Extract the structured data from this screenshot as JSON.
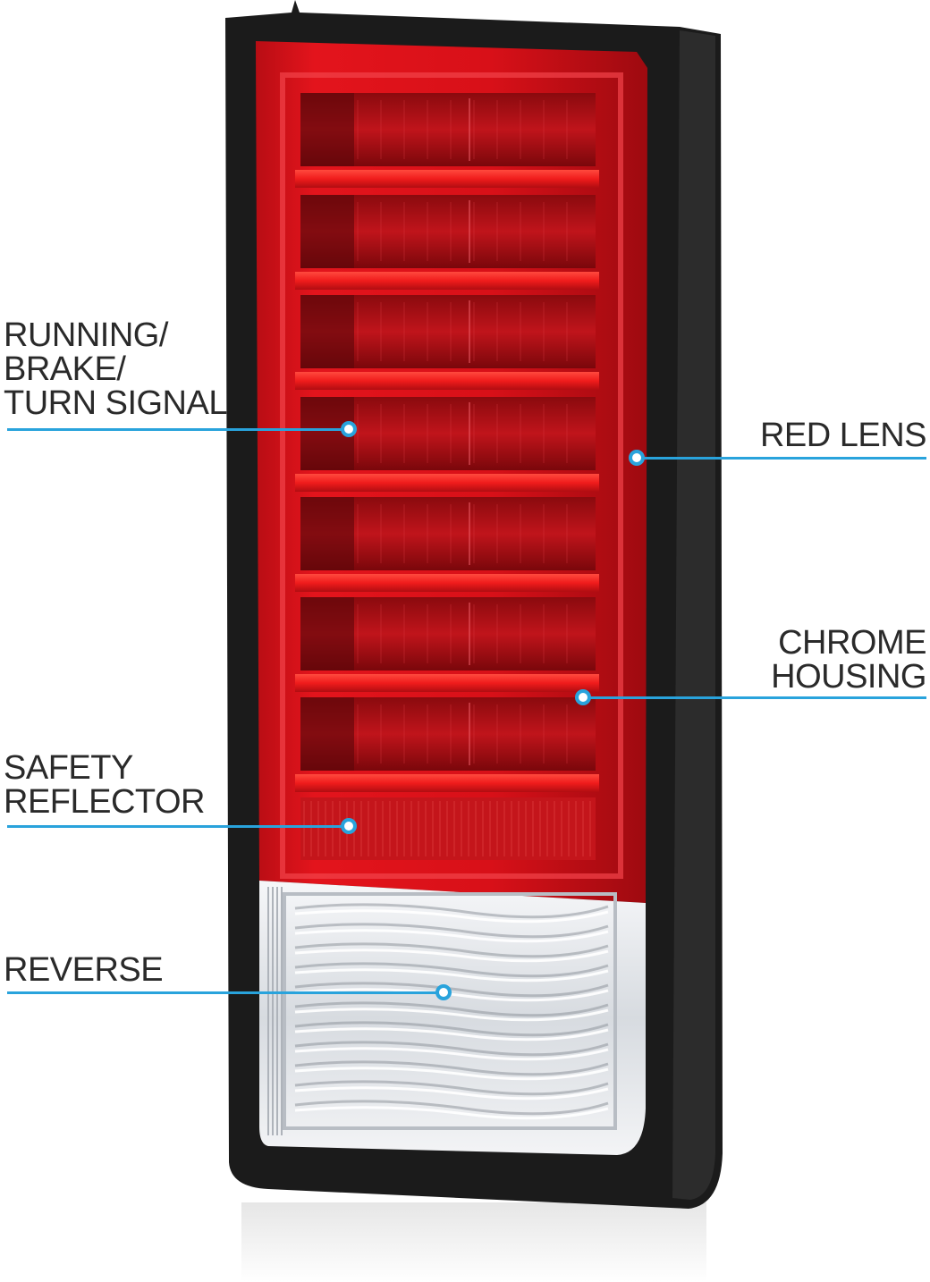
{
  "product": "tail light assembly",
  "colors": {
    "accent": "#29a3dc",
    "lens_red": "#d5121a",
    "housing_black": "#1b1b1b",
    "reverse_clear": "#e9ecef"
  },
  "callouts": [
    {
      "id": "running-brake-turn",
      "label": "RUNNING/\nBRAKE/\nTURN SIGNAL",
      "side": "left"
    },
    {
      "id": "red-lens",
      "label": "RED LENS",
      "side": "right"
    },
    {
      "id": "chrome-housing",
      "label": "CHROME\nHOUSING",
      "side": "right"
    },
    {
      "id": "safety-reflector",
      "label": "SAFETY\nREFLECTOR",
      "side": "left"
    },
    {
      "id": "reverse",
      "label": "REVERSE",
      "side": "left"
    }
  ]
}
